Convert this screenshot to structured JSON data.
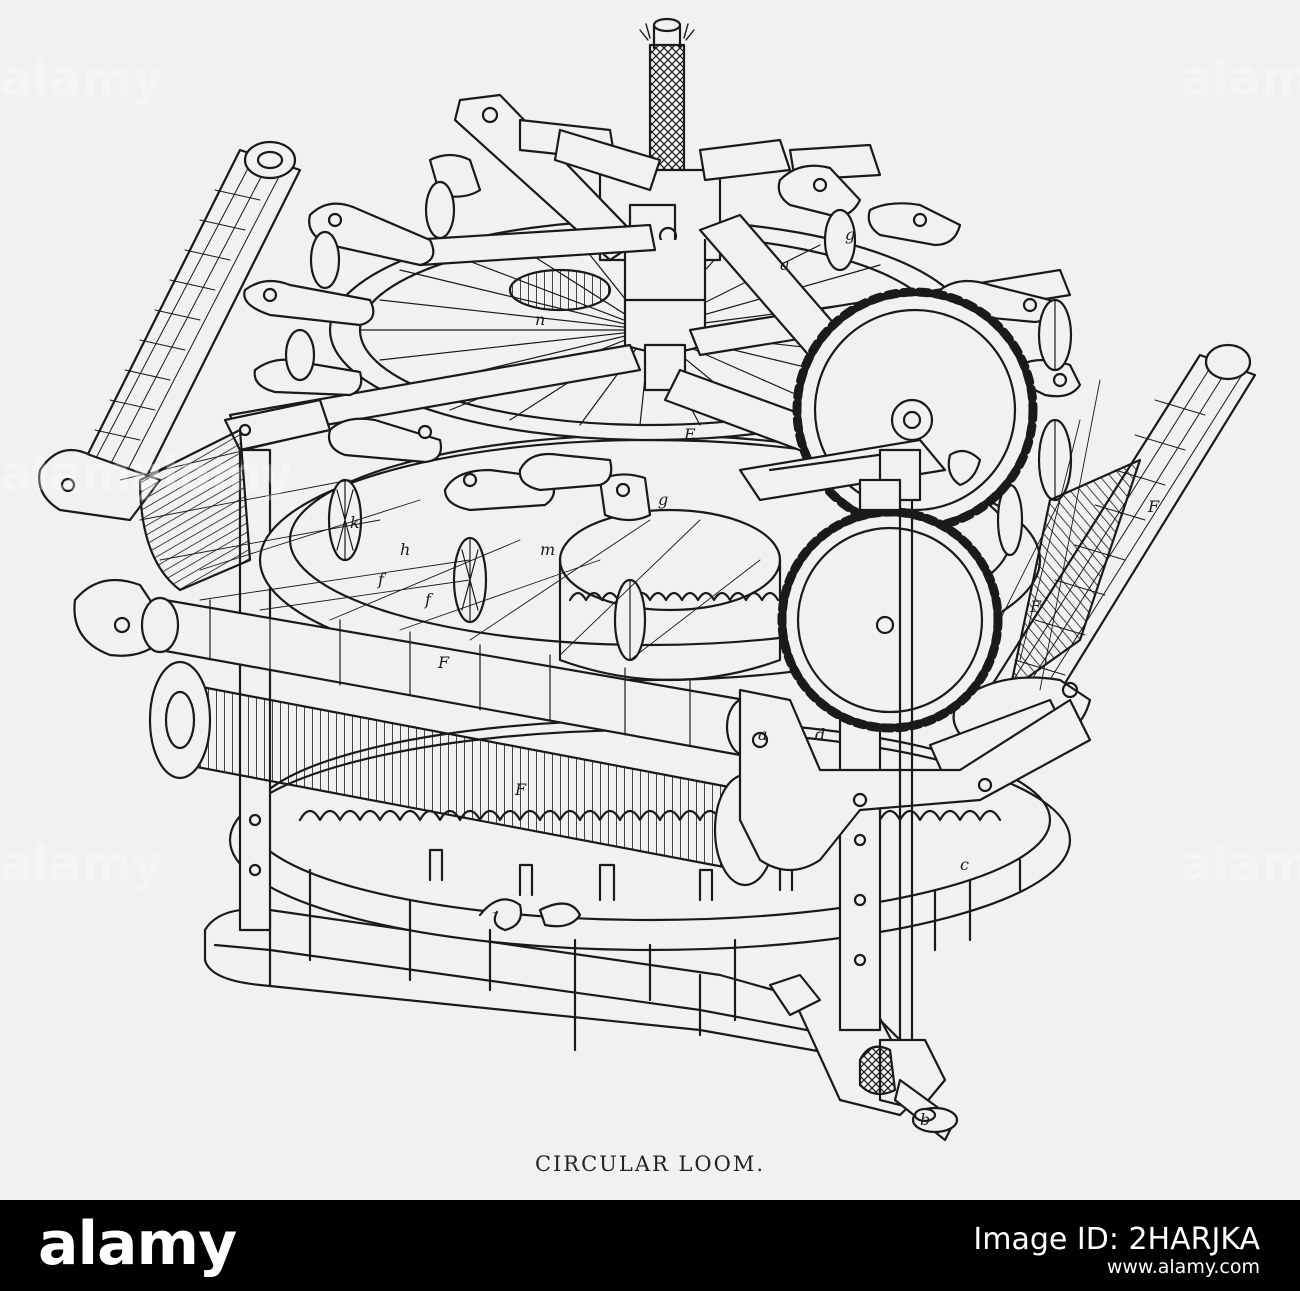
{
  "caption": "CIRCULAR LOOM.",
  "watermark_text": "alamy",
  "stock_bar": {
    "logo": "alamy",
    "image_id": "Image ID: 2HARJKA",
    "url": "www.alamy.com"
  },
  "figure_letters": [
    "E",
    "F",
    "F",
    "F",
    "F",
    "g",
    "g",
    "h",
    "k",
    "m",
    "n",
    "c",
    "a",
    "b",
    "d",
    "a",
    "f",
    "f"
  ],
  "colors": {
    "paper": "#f2f1ef",
    "ink": "#1a1a1a",
    "stock_bar": "#000000",
    "stock_text": "#ffffff"
  }
}
